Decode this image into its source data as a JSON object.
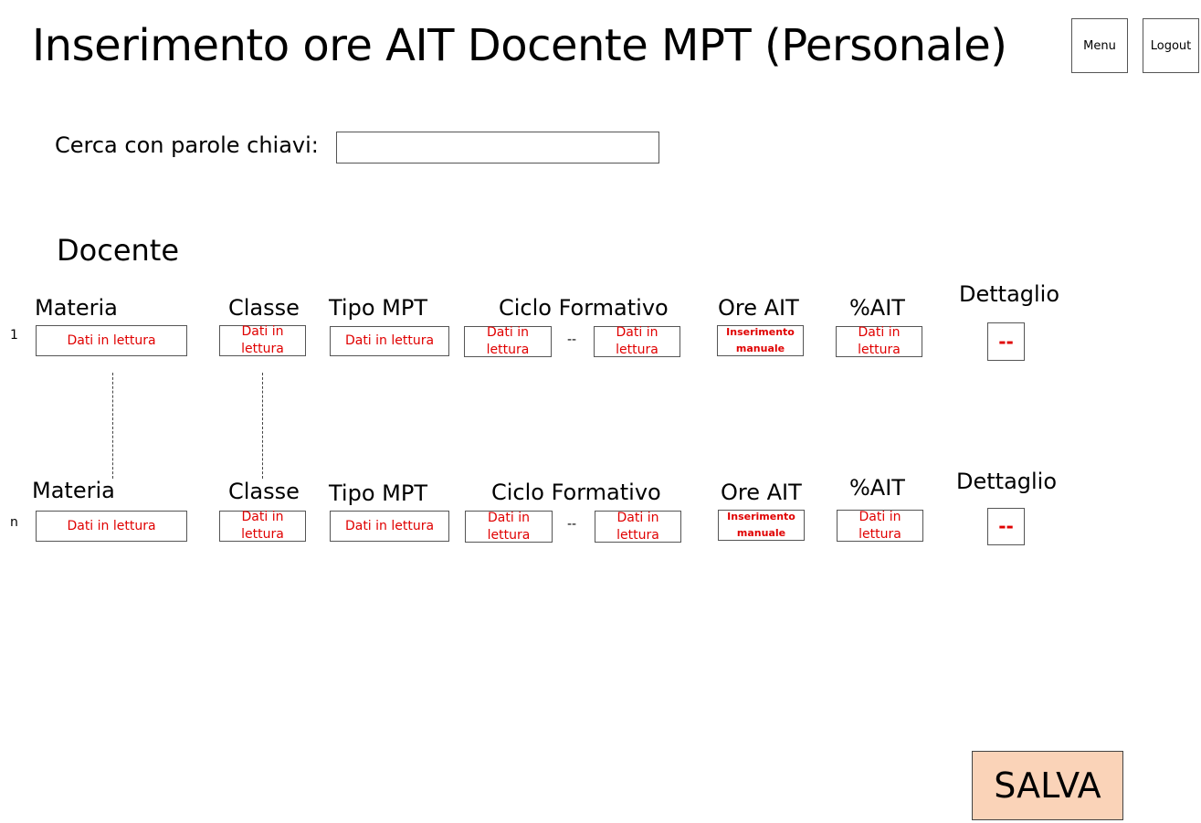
{
  "header": {
    "title": "Inserimento  ore AIT Docente MPT (Personale)",
    "menu_label": "Menu",
    "logout_label": "Logout"
  },
  "search": {
    "label": "Cerca con parole chiavi:",
    "value": ""
  },
  "section_title": "Docente",
  "columns": {
    "materia": "Materia",
    "classe": "Classe",
    "tipo_mpt": "Tipo MPT",
    "ciclo_formativo": "Ciclo Formativo",
    "ore_ait": "Ore AIT",
    "perc_ait": "%AIT",
    "dettaglio": "Dettaglio"
  },
  "rows": [
    {
      "number": "1",
      "materia": "Dati in lettura",
      "classe": "Dati in lettura",
      "tipo_mpt": "Dati in lettura",
      "ciclo_da": "Dati in lettura",
      "ciclo_sep": "--",
      "ciclo_a": "Dati in lettura",
      "ore_ait": "Inserimento manuale",
      "perc_ait": "Dati in lettura",
      "dettaglio": "--"
    },
    {
      "number": "n",
      "materia": "Dati in lettura",
      "classe": "Dati in lettura",
      "tipo_mpt": "Dati in lettura",
      "ciclo_da": "Dati in lettura",
      "ciclo_sep": "--",
      "ciclo_a": "Dati in lettura",
      "ore_ait": "Inserimento manuale",
      "perc_ait": "Dati in lettura",
      "dettaglio": "--"
    }
  ],
  "save_label": "SALVA",
  "colors": {
    "readonly_text": "#e00000",
    "save_background": "#fad3b8"
  }
}
